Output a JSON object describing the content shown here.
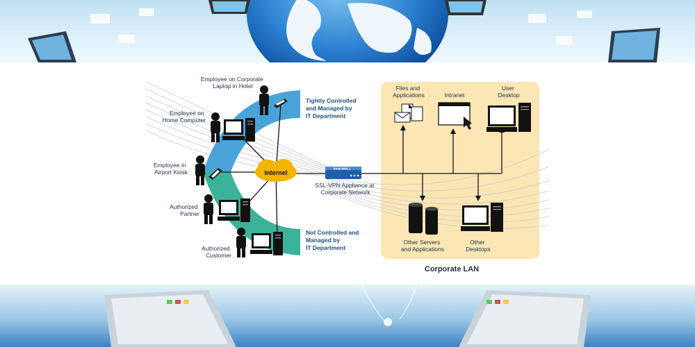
{
  "diagram": {
    "left_labels": {
      "hotel": [
        "Employee on Corporate",
        "Laptop in Hotel"
      ],
      "home": [
        "Employee on",
        "Home Computer"
      ],
      "kiosk": [
        "Employee in",
        "Airport Kiosk"
      ],
      "partner": [
        "Authorized",
        "Partner"
      ],
      "customer": [
        "Authorized",
        "Customer"
      ]
    },
    "tightly_controlled": [
      "Tightly Controlled",
      "and Managed by",
      "IT Department"
    ],
    "not_controlled": [
      "Not Controlled and",
      "Managed by",
      "IT Department"
    ],
    "internet_label": "Internet",
    "appliance_brand": "SonicWALL",
    "appliance_caption": [
      "SSL-VPN Appliance at",
      "Corporate Network"
    ],
    "lan": {
      "title": "Corporate LAN",
      "files": [
        "Files and",
        "Applications"
      ],
      "intranet": "Intranet",
      "user_desktop": [
        "User",
        "Desktop"
      ],
      "servers": [
        "Other Servers",
        "and Applications"
      ],
      "other_desktops": [
        "Other",
        "Desktops"
      ]
    }
  },
  "colors": {
    "controlled_arc": "#4aa3d8",
    "uncontrolled_arc": "#3bb39a",
    "lan_background": "#fbe6b4",
    "label_blue": "#1d4e7a",
    "internet_cloud": "#f5b400"
  }
}
